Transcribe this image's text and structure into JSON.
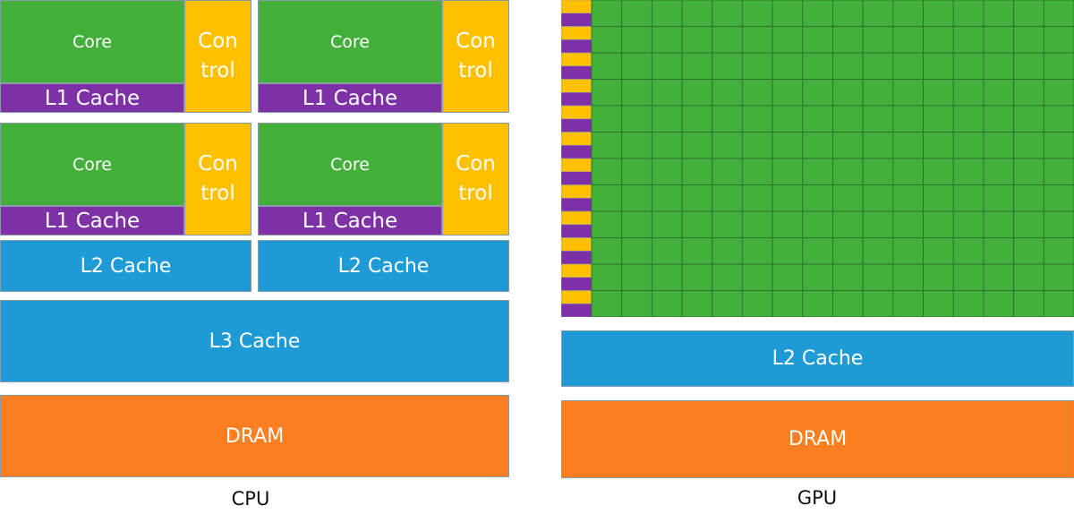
{
  "colors": {
    "core": "#44b03c",
    "control": "#ffc000",
    "l1": "#7e31a6",
    "l2": "#1e9bd6",
    "l3": "#1e9bd6",
    "dram": "#fb7f21",
    "grid_line": "#2a6a2a"
  },
  "cpu": {
    "label": "CPU",
    "cores": [
      {
        "core": "Core",
        "l1": "L1 Cache",
        "control": "Con\ntrol"
      },
      {
        "core": "Core",
        "l1": "L1 Cache",
        "control": "Con\ntrol"
      },
      {
        "core": "Core",
        "l1": "L1 Cache",
        "control": "Con\ntrol"
      },
      {
        "core": "Core",
        "l1": "L1 Cache",
        "control": "Con\ntrol"
      }
    ],
    "l2": [
      "L2 Cache",
      "L2 Cache"
    ],
    "l3": "L3 Cache",
    "dram": "DRAM"
  },
  "gpu": {
    "label": "GPU",
    "l2": "L2 Cache",
    "dram": "DRAM",
    "grid": {
      "columns": 16,
      "rows": 12,
      "control_stripes": 24
    }
  }
}
